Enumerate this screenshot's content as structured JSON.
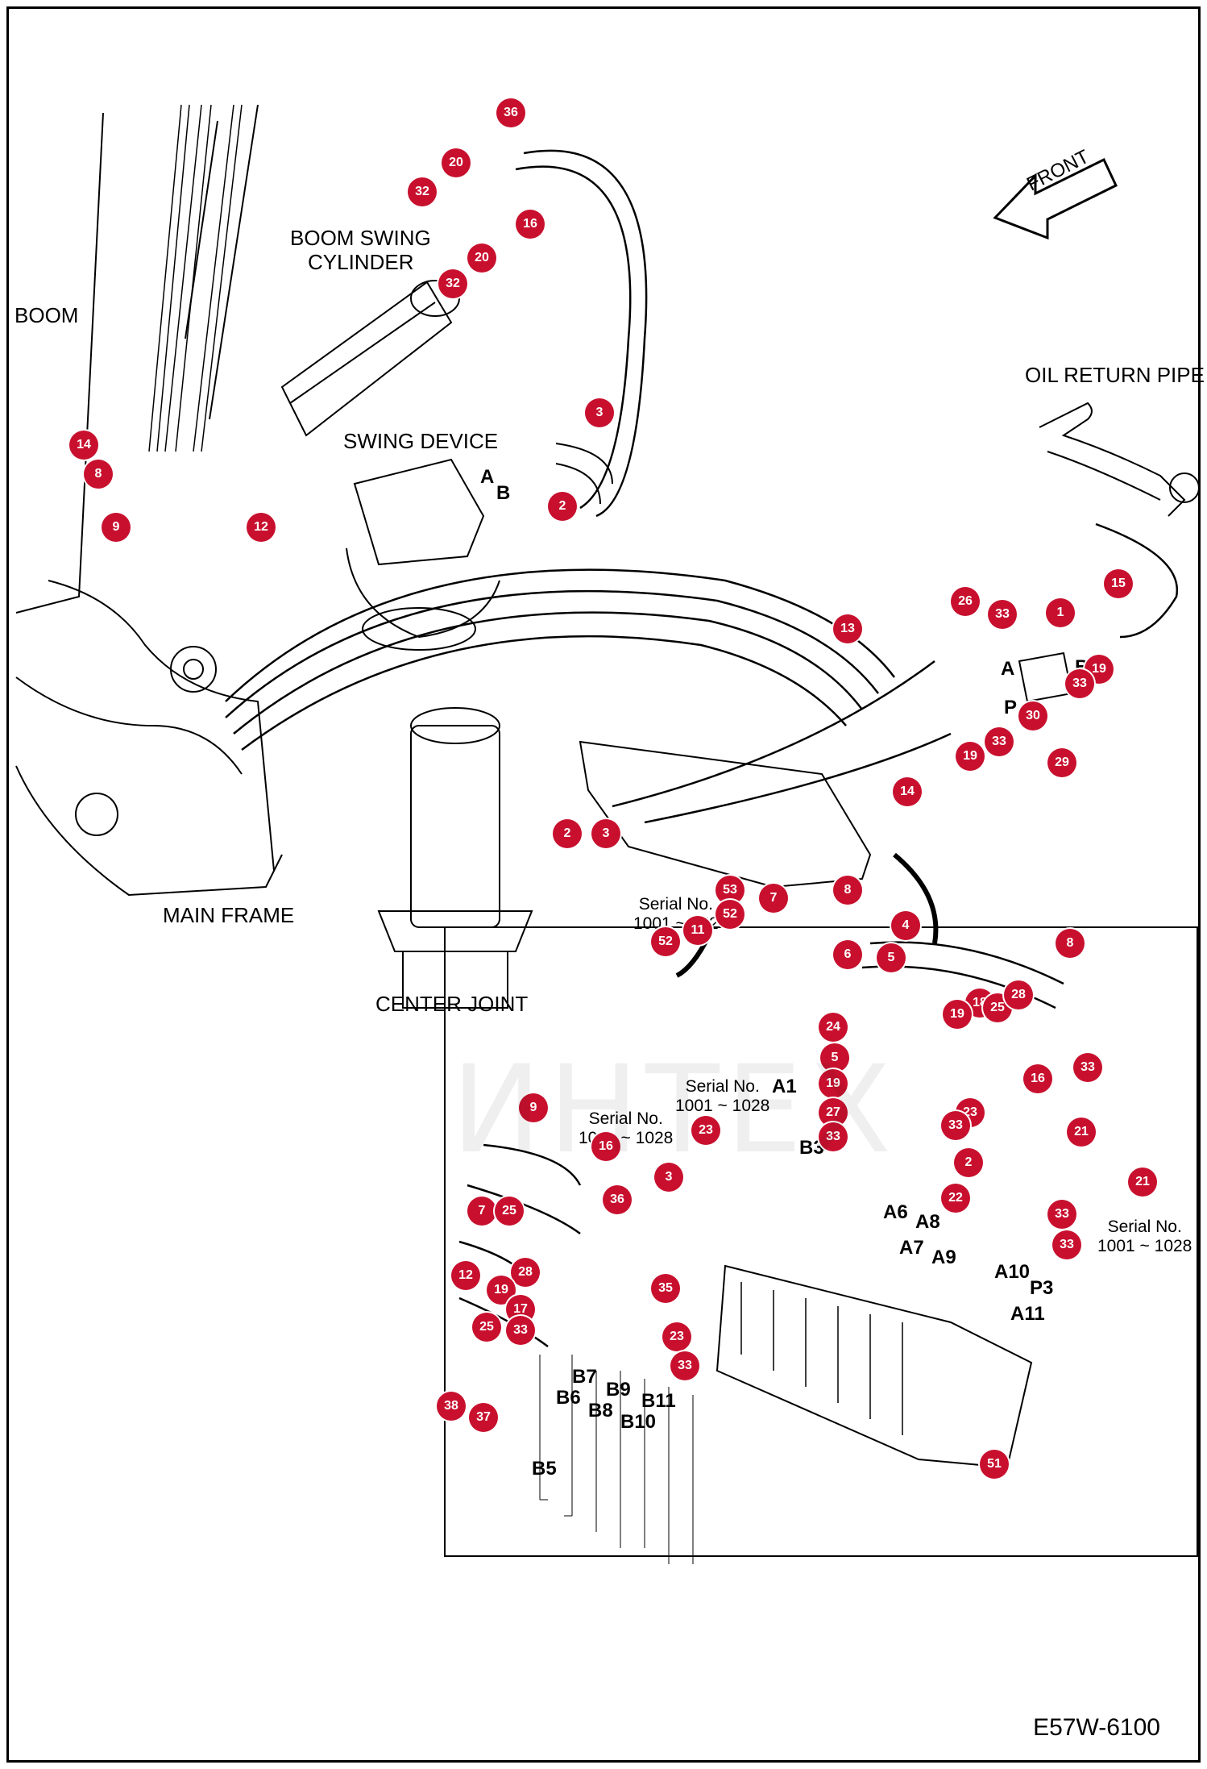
{
  "labels": {
    "boom": "BOOM",
    "boom_swing_cylinder_1": "BOOM SWING",
    "boom_swing_cylinder_2": "CYLINDER",
    "swing_device": "SWING DEVICE",
    "oil_return_pipe": "OIL RETURN PIPE",
    "main_frame": "MAIN FRAME",
    "center_joint": "CENTER JOINT",
    "front": "FRONT"
  },
  "serial_notes": [
    {
      "line1": "Serial No.",
      "line2": "1001 ~ 152"
    },
    {
      "line1": "Serial No.",
      "line2": "1001 ~ 1028"
    },
    {
      "line1": "Serial No.",
      "line2": "1001 ~ 1028"
    },
    {
      "line1": "Serial No.",
      "line2": "1001 ~ 1028"
    }
  ],
  "ports": [
    "A",
    "B",
    "A",
    "B",
    "P",
    "A1",
    "B3",
    "A6",
    "A7",
    "A8",
    "A9",
    "A10",
    "A11",
    "P3",
    "B5",
    "B6",
    "B7",
    "B8",
    "B9",
    "B10",
    "B11"
  ],
  "part_callouts": [
    "36",
    "20",
    "32",
    "16",
    "20",
    "32",
    "3",
    "2",
    "14",
    "8",
    "9",
    "12",
    "26",
    "33",
    "1",
    "15",
    "13",
    "19",
    "33",
    "30",
    "19",
    "33",
    "29",
    "14",
    "2",
    "3",
    "8",
    "7",
    "4",
    "5",
    "53",
    "52",
    "52",
    "11",
    "8",
    "6",
    "18",
    "25",
    "28",
    "24",
    "5",
    "19",
    "19",
    "33",
    "16",
    "27",
    "33",
    "23",
    "33",
    "2",
    "21",
    "21",
    "22",
    "33",
    "33",
    "23",
    "9",
    "16",
    "3",
    "7",
    "25",
    "36",
    "12",
    "28",
    "35",
    "19",
    "17",
    "25",
    "33",
    "23",
    "33",
    "38",
    "37",
    "51"
  ],
  "figure_code": "E57W-6100",
  "watermark": "ИНТЕХ",
  "colors": {
    "callout": "#c8102e",
    "line": "#000000"
  }
}
